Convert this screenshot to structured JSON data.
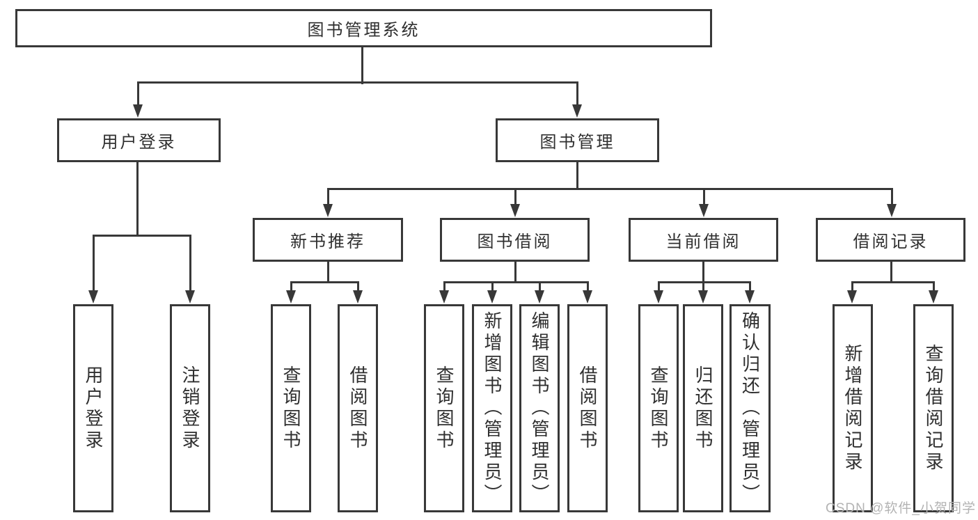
{
  "diagram_type": "hierarchy-tree",
  "tree": {
    "label": "图书管理系统",
    "children": [
      {
        "label": "用户登录",
        "children": [
          {
            "label": "用户登录"
          },
          {
            "label": "注销登录"
          }
        ]
      },
      {
        "label": "图书管理",
        "children": [
          {
            "label": "新书推荐",
            "children": [
              {
                "label": "查询图书"
              },
              {
                "label": "借阅图书"
              }
            ]
          },
          {
            "label": "图书借阅",
            "children": [
              {
                "label": "查询图书"
              },
              {
                "label": "新增图书（管理员）"
              },
              {
                "label": "编辑图书（管理员）"
              },
              {
                "label": "借阅图书"
              }
            ]
          },
          {
            "label": "当前借阅",
            "children": [
              {
                "label": "查询图书"
              },
              {
                "label": "归还图书"
              },
              {
                "label": "确认归还（管理员）"
              }
            ]
          },
          {
            "label": "借阅记录",
            "children": [
              {
                "label": "新增借阅记录"
              },
              {
                "label": "查询借阅记录"
              }
            ]
          }
        ]
      }
    ]
  },
  "watermark": {
    "text": "CSDN @软件_小贺同学"
  },
  "colors": {
    "line": "#383838",
    "text": "#2f2f2f",
    "watermark": "#b3b3b3",
    "background": "#ffffff"
  }
}
